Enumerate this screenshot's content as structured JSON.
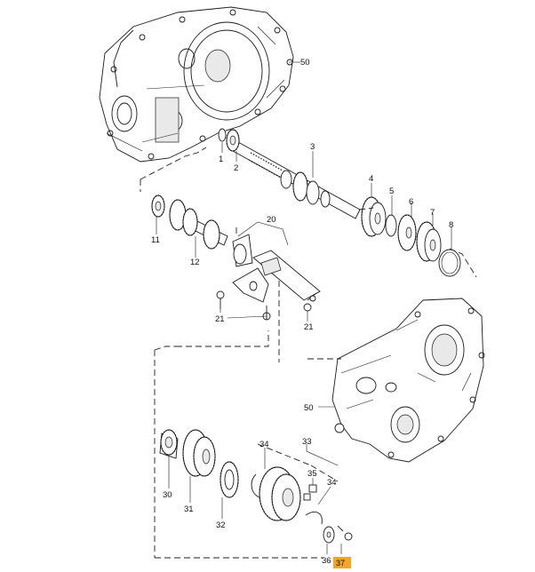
{
  "diagram": {
    "callouts": {
      "c1": "1",
      "c2": "2",
      "c3": "3",
      "c4": "4",
      "c5": "5",
      "c6": "6",
      "c7": "7",
      "c8": "8",
      "c11": "11",
      "c12": "12",
      "c20": "20",
      "c21a": "21",
      "c21b": "21",
      "c30": "30",
      "c31": "31",
      "c32": "32",
      "c33": "33",
      "c34a": "34",
      "c34b": "34",
      "c35": "35",
      "c36": "36",
      "c37": "37",
      "c50a": "50",
      "c50b": "50"
    },
    "highlight_color": "#f5a623"
  }
}
